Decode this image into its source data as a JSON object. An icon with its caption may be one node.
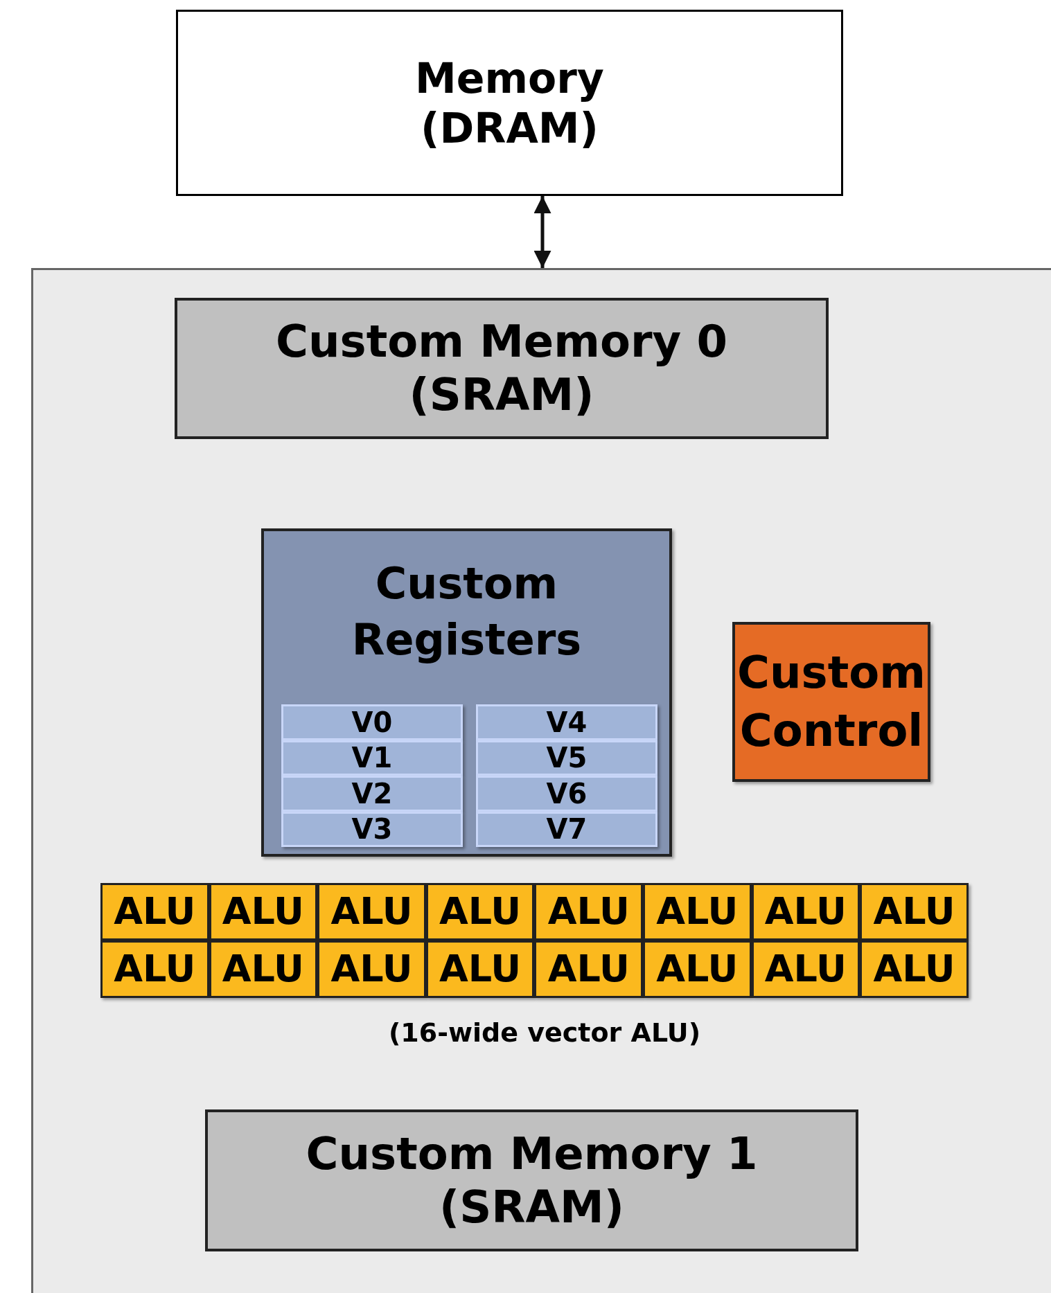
{
  "diagram": {
    "nodes": [
      {
        "text": [
          "Memory (DRAM)"
        ]
      },
      {
        "text": [],
        "shape": "box"
      },
      {
        "text": [
          "Custom Memory 0 (SRAM)"
        ],
        "in": 1
      },
      {
        "text": [
          "Custom Registers"
        ],
        "in": 1
      },
      {
        "text": [
          "V0"
        ],
        "in": 3
      },
      {
        "text": [
          "V1"
        ],
        "in": 3
      },
      {
        "text": [
          "V2"
        ],
        "in": 3
      },
      {
        "text": [
          "V3"
        ],
        "in": 3
      },
      {
        "text": [
          "V4"
        ],
        "in": 3
      },
      {
        "text": [
          "V5"
        ],
        "in": 3
      },
      {
        "text": [
          "V6"
        ],
        "in": 3
      },
      {
        "text": [
          "V7"
        ],
        "in": 3
      },
      {
        "text": [
          "Custom Control"
        ],
        "in": 1
      },
      {
        "text": [
          "ALU"
        ],
        "in": 1
      },
      {
        "text": [
          "ALU"
        ],
        "in": 1
      },
      {
        "text": [
          "ALU"
        ],
        "in": 1
      },
      {
        "text": [
          "ALU"
        ],
        "in": 1
      },
      {
        "text": [
          "ALU"
        ],
        "in": 1
      },
      {
        "text": [
          "ALU"
        ],
        "in": 1
      },
      {
        "text": [
          "ALU"
        ],
        "in": 1
      },
      {
        "text": [
          "ALU"
        ],
        "in": 1
      },
      {
        "text": [
          "ALU"
        ],
        "in": 1
      },
      {
        "text": [
          "ALU"
        ],
        "in": 1
      },
      {
        "text": [
          "ALU"
        ],
        "in": 1
      },
      {
        "text": [
          "ALU"
        ],
        "in": 1
      },
      {
        "text": [
          "ALU"
        ],
        "in": 1
      },
      {
        "text": [
          "ALU"
        ],
        "in": 1
      },
      {
        "text": [
          "ALU"
        ],
        "in": 1
      },
      {
        "text": [
          "ALU"
        ],
        "in": 1
      },
      {
        "text": [
          "Custom Memory 1 (SRAM)"
        ],
        "in": 1
      }
    ],
    "edges": [
      {
        "from": 0,
        "to": 1,
        "arrow": "both"
      }
    ],
    "labels": [
      "(16-wide vector ALU)"
    ]
  }
}
